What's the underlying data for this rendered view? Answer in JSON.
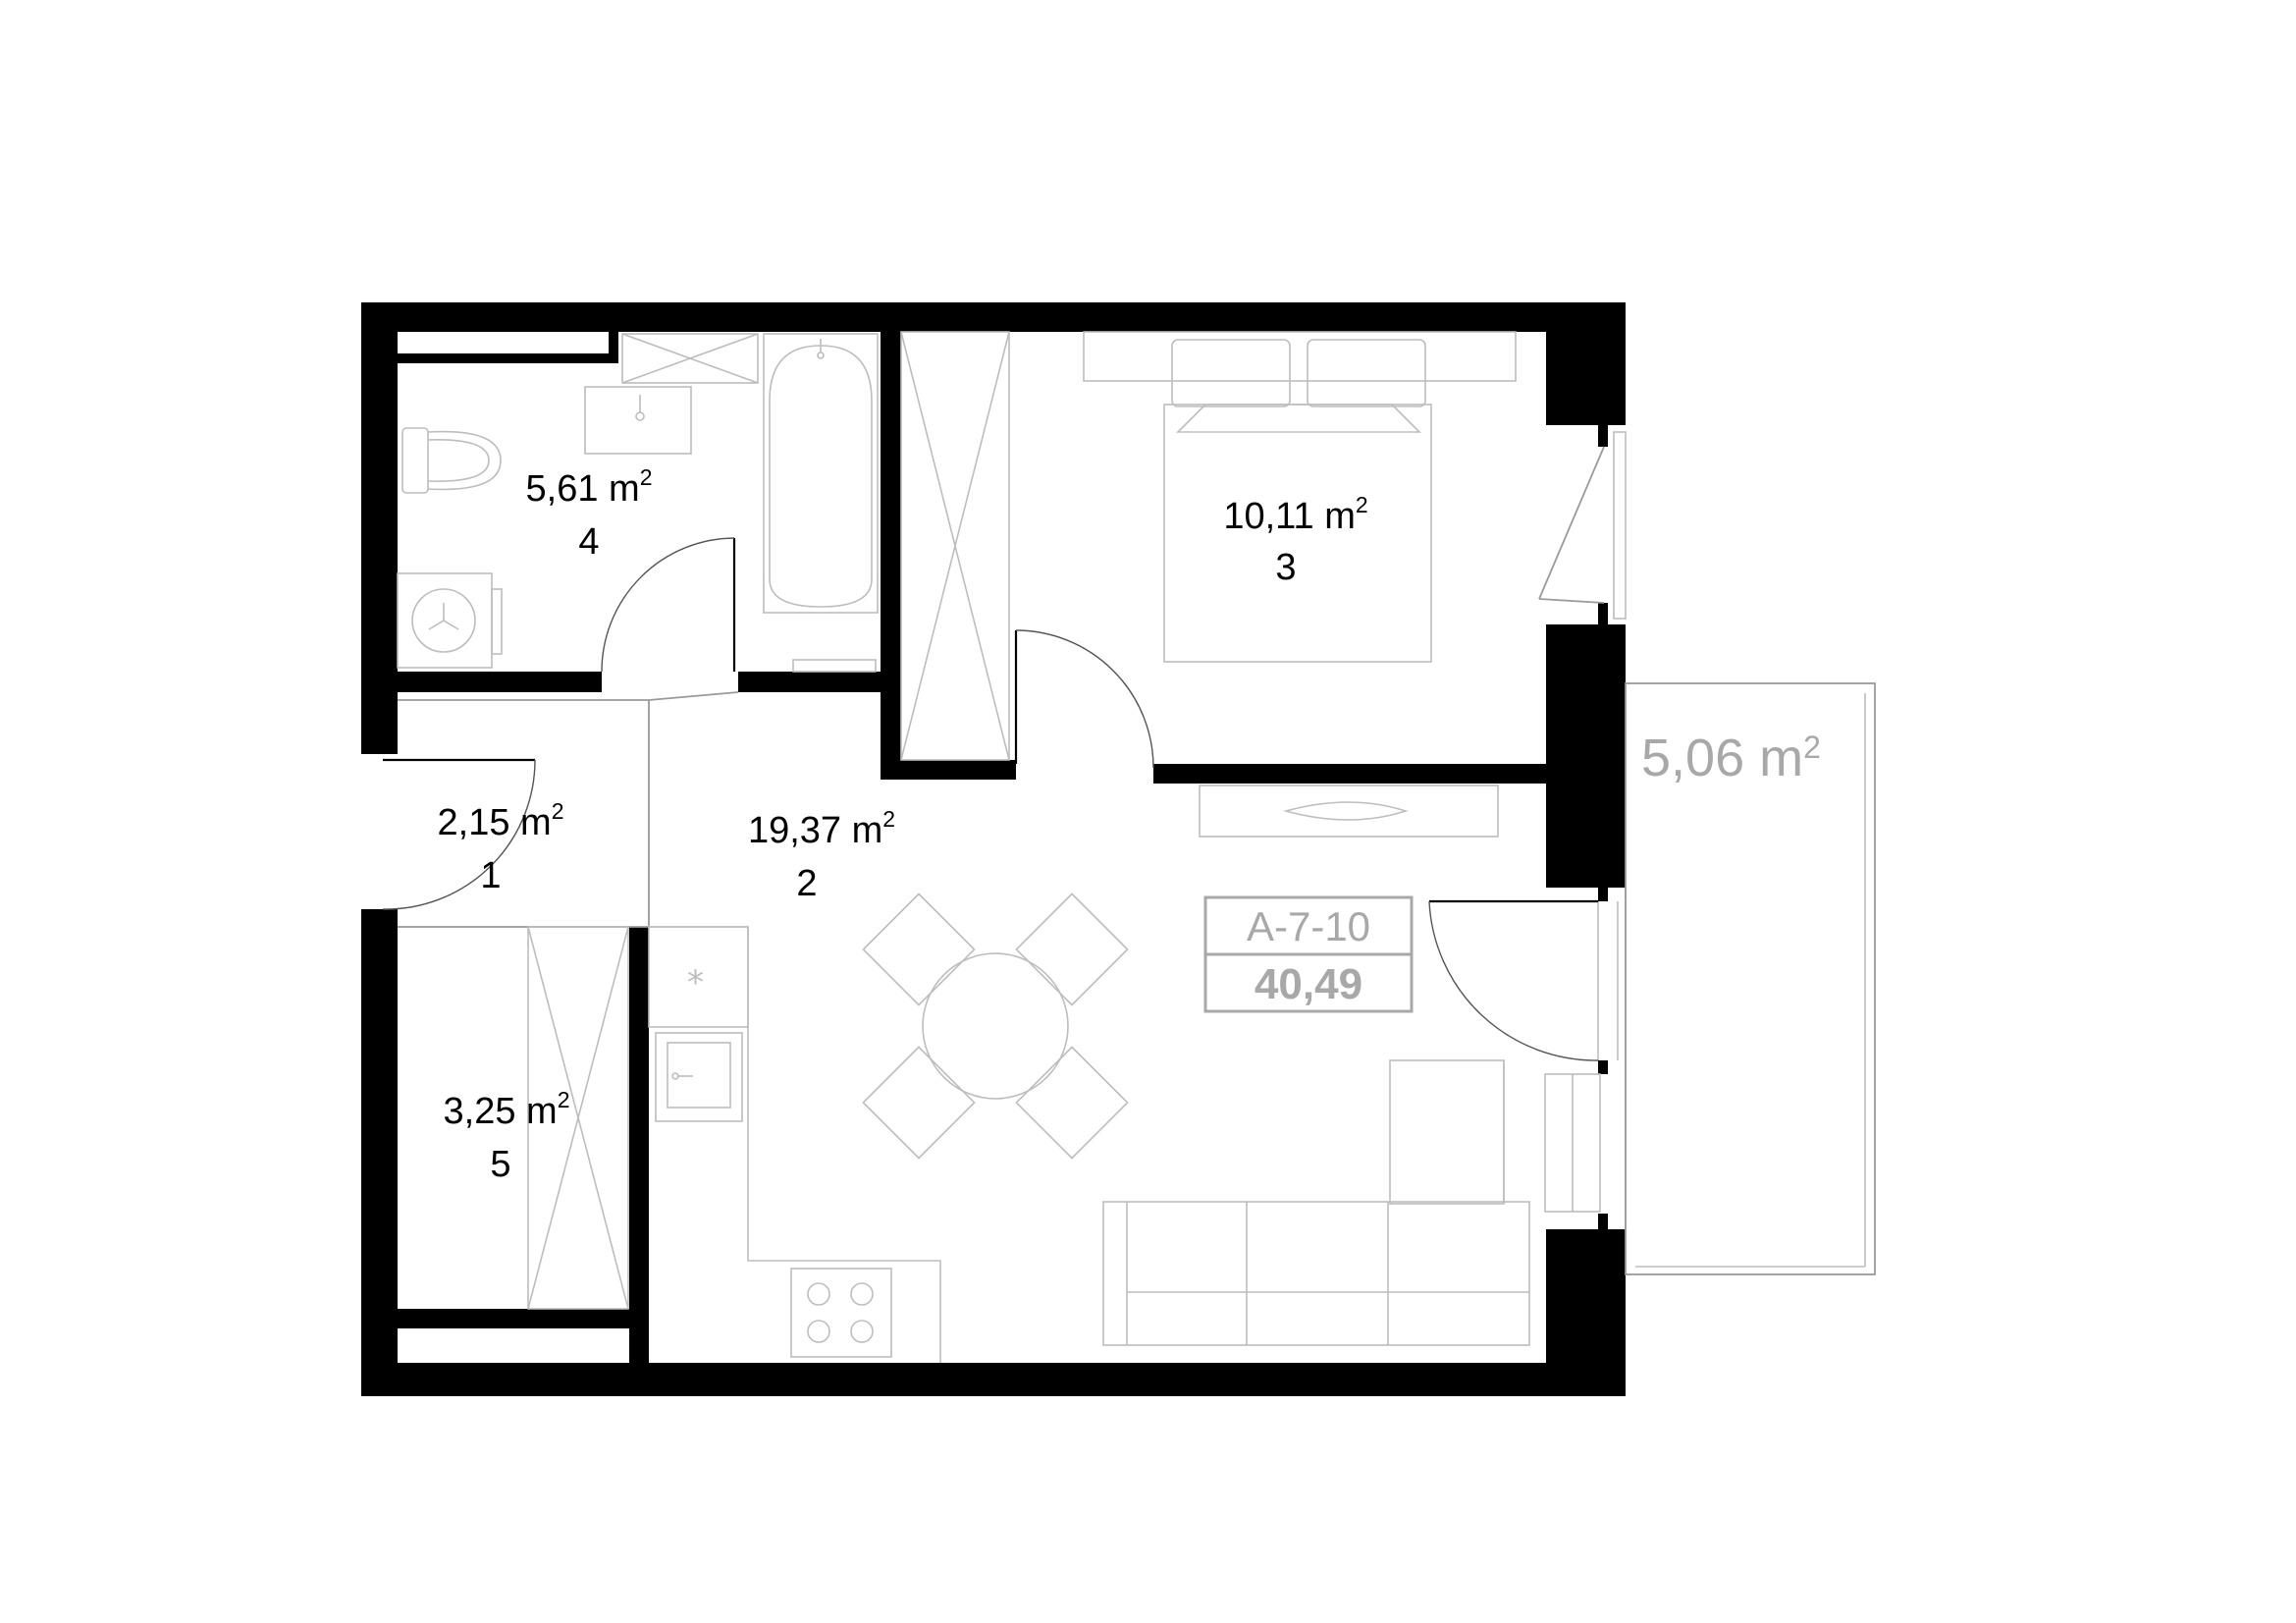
{
  "plan": {
    "unit": {
      "code": "A-7-10",
      "total_area": "40,49"
    },
    "balcony": {
      "area": "5,06",
      "unit": "m",
      "exponent": "2"
    },
    "rooms": [
      {
        "number": "1",
        "area": "2,15",
        "unit": "m",
        "exponent": "2"
      },
      {
        "number": "2",
        "area": "19,37",
        "unit": "m",
        "exponent": "2"
      },
      {
        "number": "3",
        "area": "10,11",
        "unit": "m",
        "exponent": "2"
      },
      {
        "number": "4",
        "area": "5,61",
        "unit": "m",
        "exponent": "2"
      },
      {
        "number": "5",
        "area": "3,25",
        "unit": "m",
        "exponent": "2"
      }
    ],
    "fixtures": [
      "wardrobe-icon",
      "bathtub-icon",
      "toilet-icon",
      "washbasin-icon",
      "washing-machine-icon",
      "double-bed-icon",
      "dining-table-icon",
      "sofa-icon",
      "cooktop-icon",
      "sink-icon",
      "fridge-icon",
      "radiator-icon"
    ]
  }
}
